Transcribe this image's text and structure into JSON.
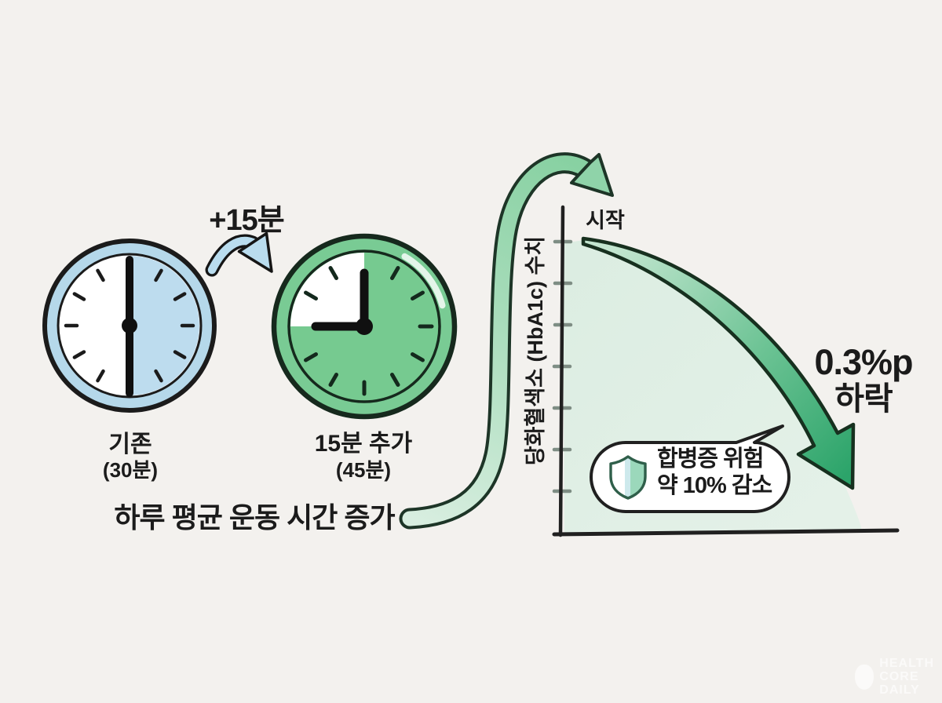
{
  "background": "#f3f1ee",
  "colors": {
    "accent_green": "#3aa970",
    "light_green": "#79cb94",
    "pale_green_fill": "#dfeee5",
    "accent_blue": "#b9dcee",
    "outline_dark": "#1b1b1b",
    "tick_gray": "#7e8d84",
    "bubble_bg": "#ffffff"
  },
  "icons": {
    "before_clock": "clock-half-blue-icon",
    "after_clock": "clock-three-quarter-green-icon",
    "plus_arrow": "curved-right-arrow-icon",
    "flow_arrow": "s-curve-up-arrow-icon",
    "decline_arrow": "tapered-down-arrow-icon",
    "shield": "shield-icon"
  },
  "exercise_section": {
    "plus_label": "+15분",
    "before_clock": {
      "label": "기존",
      "duration": "(30분)",
      "fill_minutes": 30
    },
    "after_clock": {
      "label": "15분 추가",
      "duration": "(45분)",
      "fill_minutes": 45
    },
    "caption": "하루 평균 운동 시간 증가"
  },
  "chart": {
    "y_axis_label": "당화혈색소 (HbA1c) 수치",
    "start_label": "시작",
    "drop_value": "0.3%p",
    "drop_word": "하락",
    "y_tick_count": 7,
    "bubble": {
      "line1": "합병증 위험",
      "line2": "약 10% 감소"
    }
  },
  "watermark": {
    "line1": "HEALTH",
    "line2": "CORE",
    "line3": "DAILY"
  },
  "chart_data": {
    "type": "area",
    "title": "",
    "xlabel": "",
    "ylabel": "당화혈색소 (HbA1c) 수치",
    "y_tick_count": 7,
    "y_tick_labels": [],
    "x_tick_labels": [],
    "series": [
      {
        "name": "HbA1c",
        "shape": "concave declining curve from upper-left to lower-right",
        "start_label": "시작",
        "total_change": "-0.3%p"
      }
    ],
    "annotations": [
      {
        "text": "시작",
        "position": "top of curve"
      },
      {
        "text": "0.3%p 하락",
        "position": "right of curve"
      },
      {
        "text": "합병증 위험 약 10% 감소",
        "position": "speech bubble inside area"
      }
    ],
    "grid": false,
    "legend": false
  }
}
